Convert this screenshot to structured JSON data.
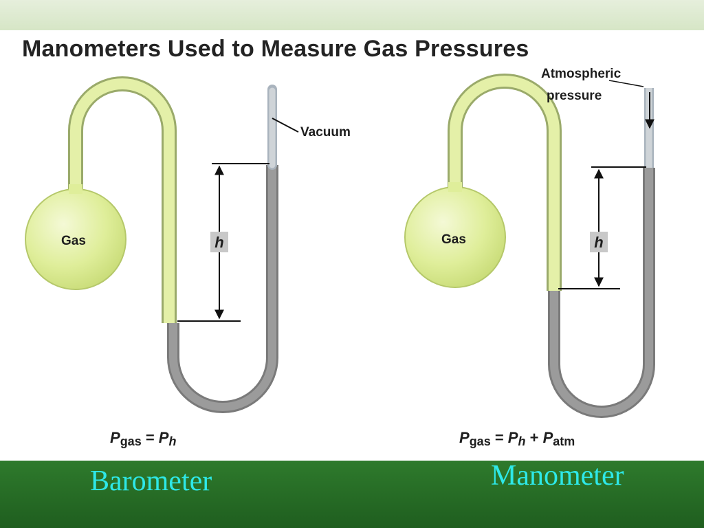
{
  "title": "Manometers Used to Measure Gas Pressures",
  "colors": {
    "top_band": "#d6e6c6",
    "bottom_band": "#1f5e1f",
    "caption_text": "#2ee8e8",
    "bulb_fill": "#dfee9a",
    "tube_outline": "#9aaa6a",
    "mercury": "#8a8a8a",
    "vacuum": "#c4c4c4"
  },
  "left_diagram": {
    "bulb_label": "Gas",
    "height_label": "h",
    "vacuum_label": "Vacuum",
    "formula": {
      "p1": "P",
      "s1": "gas",
      "eq": " = ",
      "p2": "P",
      "s2": "h"
    }
  },
  "right_diagram": {
    "bulb_label": "Gas",
    "height_label": "h",
    "atm_label_line1": "Atmospheric",
    "atm_label_line2": "pressure",
    "formula": {
      "p1": "P",
      "s1": "gas",
      "eq": " = ",
      "p2": "P",
      "s2": "h",
      "plus": " + ",
      "p3": "P",
      "s3": "atm"
    }
  },
  "captions": {
    "left": "Barometer",
    "right": "Manometer"
  }
}
